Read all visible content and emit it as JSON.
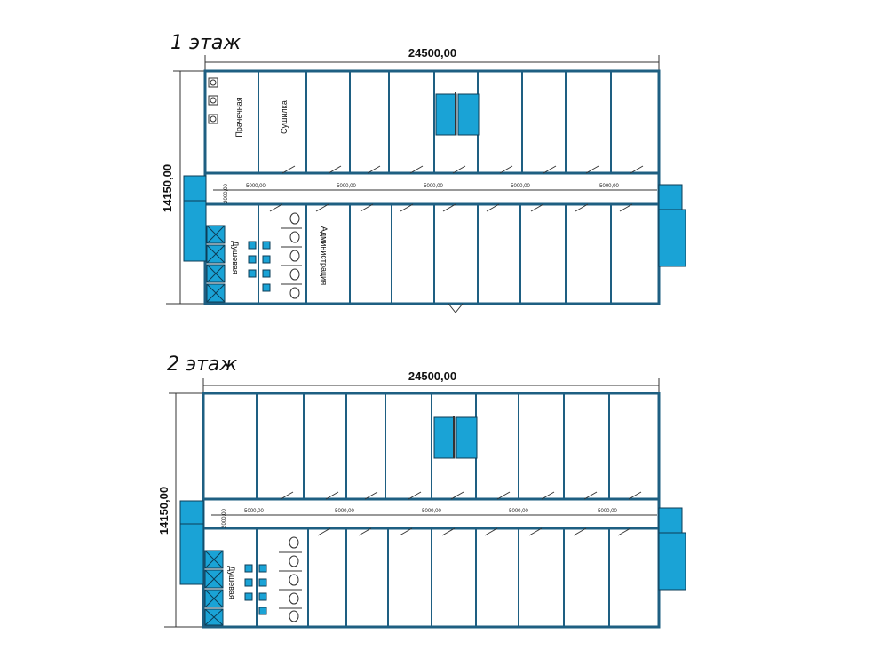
{
  "floors": [
    {
      "title": "1 этаж",
      "width_label": "24500,00",
      "height_label": "14150,00",
      "module_labels": [
        "5000,00",
        "5000,00",
        "5000,00",
        "5000,00",
        "5000,00"
      ],
      "corner_label": "2000,00",
      "rooms": {
        "laundry": "Прачечная",
        "dryer": "Сушилка",
        "shower": "Душевая",
        "administration": "Администрация"
      }
    },
    {
      "title": "2 этаж",
      "width_label": "24500,00",
      "height_label": "14150,00",
      "module_labels": [
        "5000,00",
        "5000,00",
        "5000,00",
        "5000,00",
        "5000,00"
      ],
      "corner_label": "2000,00",
      "rooms": {
        "shower": "Душевая"
      }
    }
  ],
  "colors": {
    "wall": "#1e5f82",
    "fixture": "#1aa3d6"
  }
}
